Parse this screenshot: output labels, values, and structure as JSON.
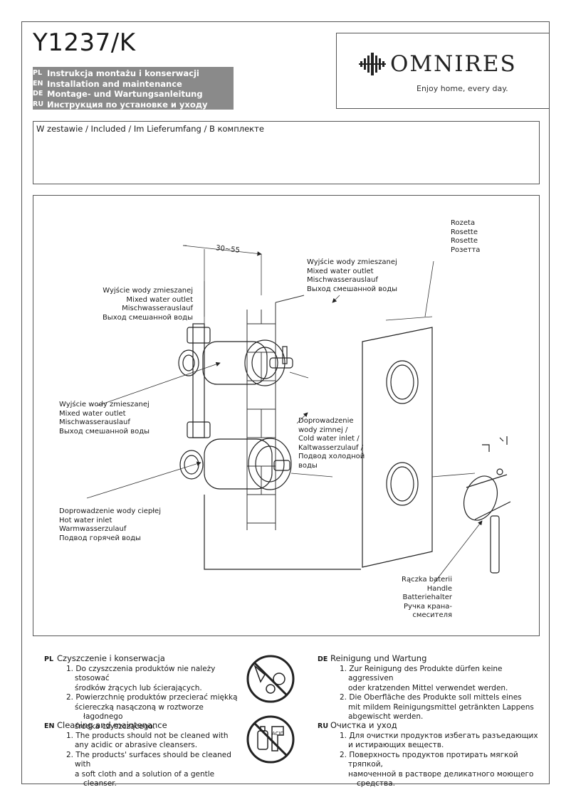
{
  "header": {
    "title": "Y1237/K",
    "languages": [
      {
        "code": "PL",
        "text": "Instrukcja montażu i konserwacji"
      },
      {
        "code": "EN",
        "text": "Installation and maintenance"
      },
      {
        "code": "DE",
        "text": "Montage- und Wartungsanleitung"
      },
      {
        "code": "RU",
        "text": "Инструкция по установке и уходу"
      }
    ],
    "brand_name": "OMNIRES",
    "brand_tagline": "Enjoy home, every day.",
    "brand_color": "#222222",
    "lang_bar_color": "#8a8a8a"
  },
  "included": {
    "label": "W zestawie / Included / Im Lieferumfang / В комплекте"
  },
  "diagram": {
    "dimension": "30~55",
    "outlet_left_top": [
      "Wyjście wody zmieszanej",
      "Mixed water outlet",
      "Mischwasserauslauf",
      "Выход смешанной воды"
    ],
    "outlet_right_top": [
      "Wyjście wody zmieszanej",
      "Mixed water outlet",
      "Mischwasserauslauf",
      "Выход смешанной воды"
    ],
    "outlet_left_mid": [
      "Wyjście wody zmieszanej",
      "Mixed water outlet",
      "Mischwasserauslauf",
      "Выход смешанной воды"
    ],
    "cold_inlet": [
      "Doprowadzenie",
      "wody zimnej /",
      "Cold water inlet /",
      "Kaltwasserzulauf /",
      "Подвод холодной",
      "воды"
    ],
    "hot_inlet": [
      "Doprowadzenie wody ciepłej",
      "Hot water inlet",
      "Warmwasserzulauf",
      "Подвод горячей воды"
    ],
    "rosette": [
      "Rozeta",
      "Rosette",
      "Rosette",
      "Розетта"
    ],
    "handle": [
      "Rączka baterii",
      "Handle",
      "Batteriehalter",
      "Ручка крана-смесителя"
    ]
  },
  "maintenance": {
    "pl": {
      "code": "PL",
      "title": "Czyszczenie i konserwacja",
      "items": [
        "1. Do czyszczenia produktów nie należy stosować",
        "środków żrących lub ścierających.",
        "2. Powierzchnię produktów przecierać miękką",
        "ściereczką nasączoną w roztworze łagodnego",
        "środka czyszczącego."
      ]
    },
    "en": {
      "code": "EN",
      "title": "Cleaning and maintenance",
      "items": [
        "1. The products should not be cleaned with",
        "any acidic or abrasive cleansers.",
        "2. The products' surfaces should be cleaned with",
        "a soft cloth and a solution of a gentle cleanser."
      ]
    },
    "de": {
      "code": "DE",
      "title": "Reinigung und Wartung",
      "items": [
        "1. Zur Reinigung des Produkte dürfen keine aggressiven",
        "oder kratzenden Mittel verwendet werden.",
        "2. Die Oberfläche des Produkte soll mittels eines",
        "mit mildem Reinigungsmittel getränkten Lappens",
        "abgewischt werden."
      ]
    },
    "ru": {
      "code": "RU",
      "title": "Очистка и уход",
      "items": [
        "1. Для очистки продуктов избегать разъедающих",
        "и истирающих веществ.",
        "2. Поверхность продуктов протирать мягкой тряпкой,",
        "намоченной в растворе деликатного моющего средства."
      ]
    },
    "picto_acid_text": "ACID"
  }
}
